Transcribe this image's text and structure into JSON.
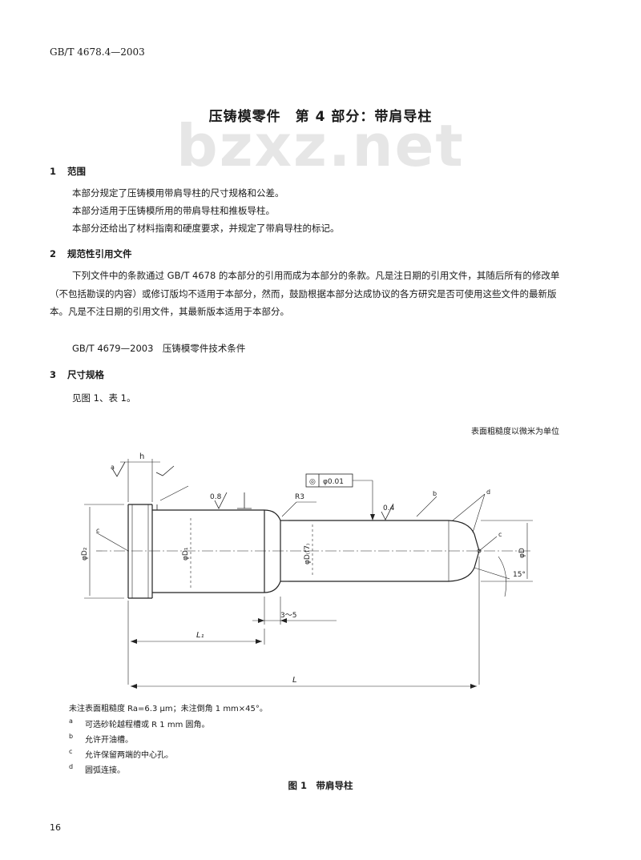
{
  "header": {
    "standard_code": "GB/T 4678.4—2003"
  },
  "title": "压铸模零件　第 4 部分：带肩导柱",
  "watermark": "bzxz.net",
  "sections": [
    {
      "number": "1",
      "heading": "范围",
      "lines": [
        "本部分规定了压铸模用带肩导柱的尺寸规格和公差。",
        "本部分适用于压铸模所用的带肩导柱和推板导柱。",
        "本部分还给出了材料指南和硬度要求，并规定了带肩导柱的标记。"
      ]
    },
    {
      "number": "2",
      "heading": "规范性引用文件",
      "paragraph": "下列文件中的条款通过 GB/T 4678 的本部分的引用而成为本部分的条款。凡是注日期的引用文件，其随后所有的修改单（不包括勘误的内容）或修订版均不适用于本部分，然而，鼓励根据本部分达成协议的各方研究是否可使用这些文件的最新版本。凡是不注日期的引用文件，其最新版本适用于本部分。",
      "reference": "GB/T 4679—2003　压铸模零件技术条件"
    },
    {
      "number": "3",
      "heading": "尺寸规格",
      "line": "见图 1、表 1。"
    }
  ],
  "figure": {
    "unit_note": "表面粗糙度以微米为单位",
    "labels": {
      "h": "h",
      "d2": "φD₂",
      "d1": "φD₁",
      "dfit": "φD₍f7₎",
      "d": "φD",
      "r3": "R3",
      "rough_08": "0.8",
      "rough_04": "0.4",
      "tolerance": "φ0.01",
      "tolerance_datum": "◎",
      "len_3_5": "3～5",
      "l1": "L₁",
      "l": "L",
      "angle": "15°",
      "note_a": "a",
      "note_b": "b",
      "note_c": "c",
      "note_d": "d"
    },
    "notes": [
      {
        "mark": "",
        "text": "未注表面粗糙度 Ra=6.3 μm；未注倒角 1 mm×45°。"
      },
      {
        "mark": "a",
        "text": "可选砂轮越程槽或 R 1 mm 圆角。"
      },
      {
        "mark": "b",
        "text": "允许开油槽。"
      },
      {
        "mark": "c",
        "text": "允许保留两端的中心孔。"
      },
      {
        "mark": "d",
        "text": "圆弧连接。"
      }
    ],
    "caption": "图 1　带肩导柱"
  },
  "footer": {
    "page_number": "16"
  }
}
